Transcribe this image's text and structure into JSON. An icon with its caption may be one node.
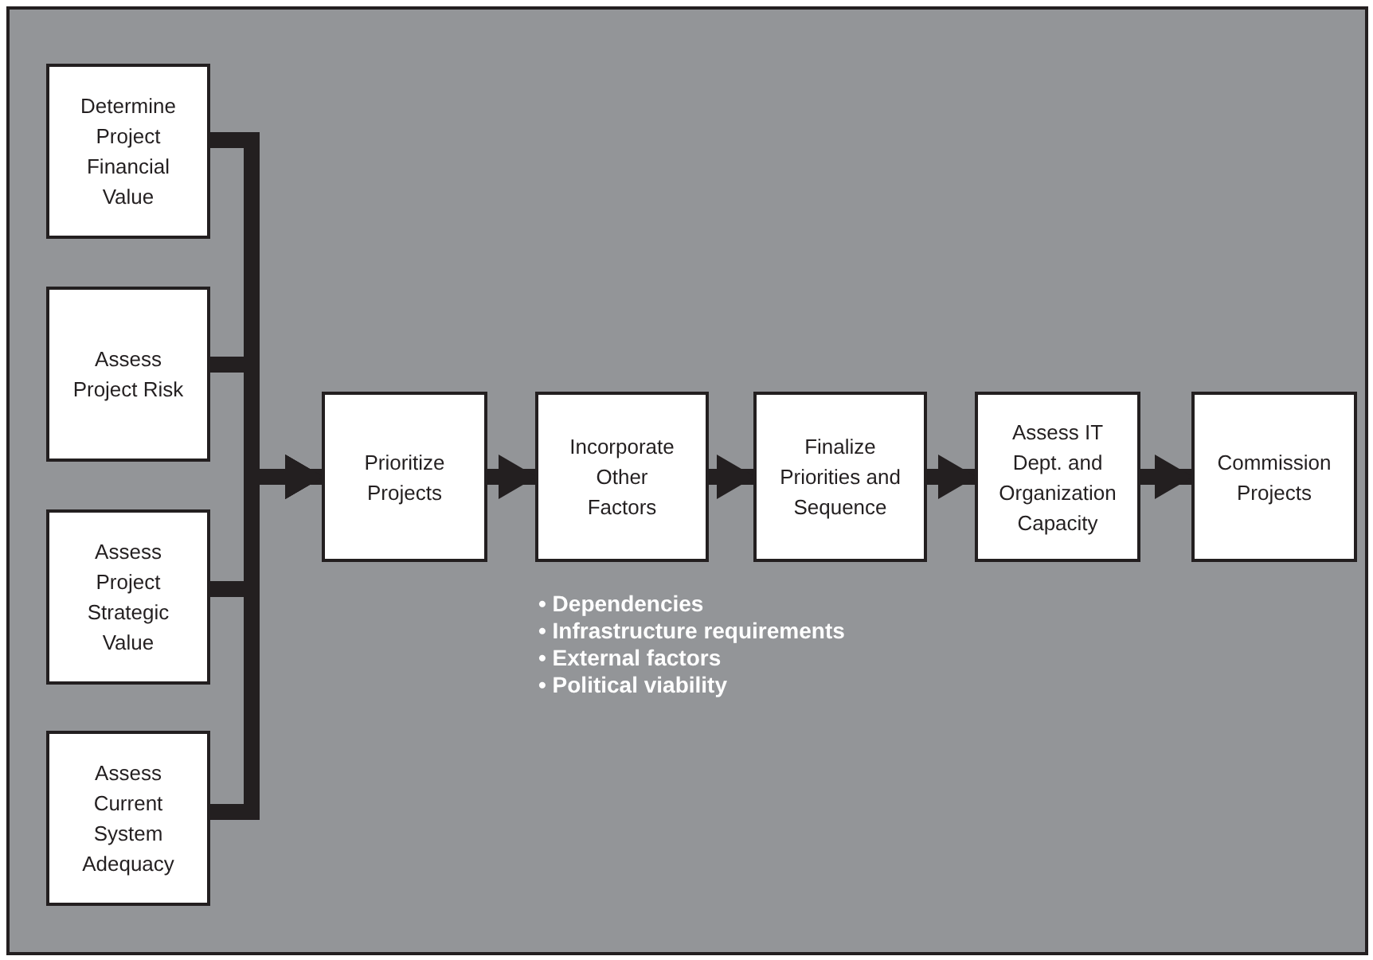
{
  "diagram": {
    "nodes": [
      {
        "text": [
          "Determine Project Financial Value"
        ]
      },
      {
        "text": [
          "Assess Project Risk"
        ]
      },
      {
        "text": [
          "Assess Project Strategic Value"
        ]
      },
      {
        "text": [
          "Assess Current System Adequacy"
        ]
      },
      {
        "text": [
          "Prioritize Projects"
        ]
      },
      {
        "text": [
          "Incorporate Other Factors"
        ],
        "beside": [
          "• Dependencies",
          "• Infrastructure requirements",
          "• External factors",
          "• Political viability"
        ]
      },
      {
        "text": [
          "Finalize Priorities and Sequence"
        ]
      },
      {
        "text": [
          "Assess IT Dept. and Organization Capacity"
        ]
      },
      {
        "text": [
          "Commission Projects"
        ]
      }
    ],
    "edges": [
      {
        "from": 0,
        "to": 4,
        "arrow": "to"
      },
      {
        "from": 1,
        "to": 4,
        "arrow": "to"
      },
      {
        "from": 2,
        "to": 4,
        "arrow": "to"
      },
      {
        "from": 3,
        "to": 4,
        "arrow": "to"
      },
      {
        "from": 4,
        "to": 5,
        "arrow": "to"
      },
      {
        "from": 5,
        "to": 6,
        "arrow": "to"
      },
      {
        "from": 6,
        "to": 7,
        "arrow": "to"
      },
      {
        "from": 7,
        "to": 8,
        "arrow": "to"
      }
    ]
  }
}
